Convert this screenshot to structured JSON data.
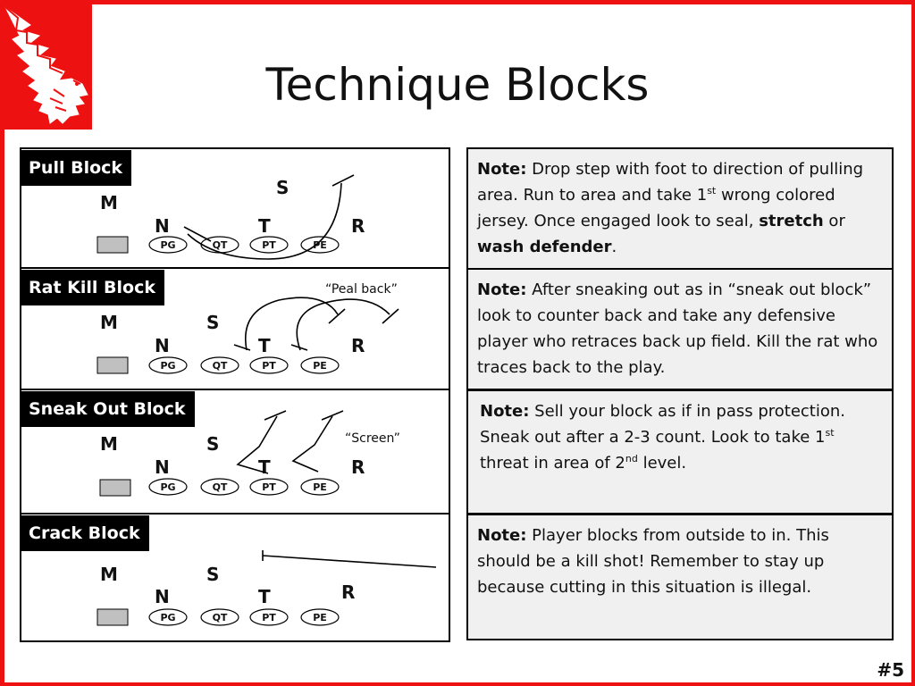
{
  "title": "Technique Blocks",
  "page_number": "#5",
  "colors": {
    "accent": "#ee1111",
    "note_bg": "#f0f0f0"
  },
  "blocks": [
    {
      "label": "Pull Block",
      "note": {
        "b1": "Note:",
        "t1": " Drop step with foot to direction of pulling area.   Run to area and take 1",
        "s1": "st",
        "t2": " wrong colored jersey.  Once engaged look to seal, ",
        "b2": "stretch",
        "t3": " or ",
        "b3": "wash defender",
        "t4": "."
      }
    },
    {
      "label": "Rat Kill Block",
      "annotation": "“Peal back”",
      "note": {
        "b1": "Note:",
        "t1": " After sneaking out as in “sneak out block” look to counter back and take any defensive player who retraces back up field.  Kill the rat who traces back to the play."
      }
    },
    {
      "label": "Sneak Out Block",
      "annotation": "“Screen”",
      "note": {
        "b1": "Note:",
        "t1": " Sell your block as if in pass protection.  Sneak out after a 2-3 count.  Look to take 1",
        "s1": "st",
        "t2": " threat in area of 2",
        "s2": "nd",
        "t3": " level."
      }
    },
    {
      "label": "Crack Block",
      "note": {
        "b1": "Note:",
        "t1": " Player blocks from outside to in.  This should be a kill shot!  Remember to stay up because cutting in this situation is illegal."
      }
    }
  ],
  "defense": {
    "m": "M",
    "s": "S",
    "n": "N",
    "t": "T",
    "r": "R"
  },
  "offense": {
    "pg": "PG",
    "qt": "QT",
    "pt": "PT",
    "pe": "PE"
  }
}
